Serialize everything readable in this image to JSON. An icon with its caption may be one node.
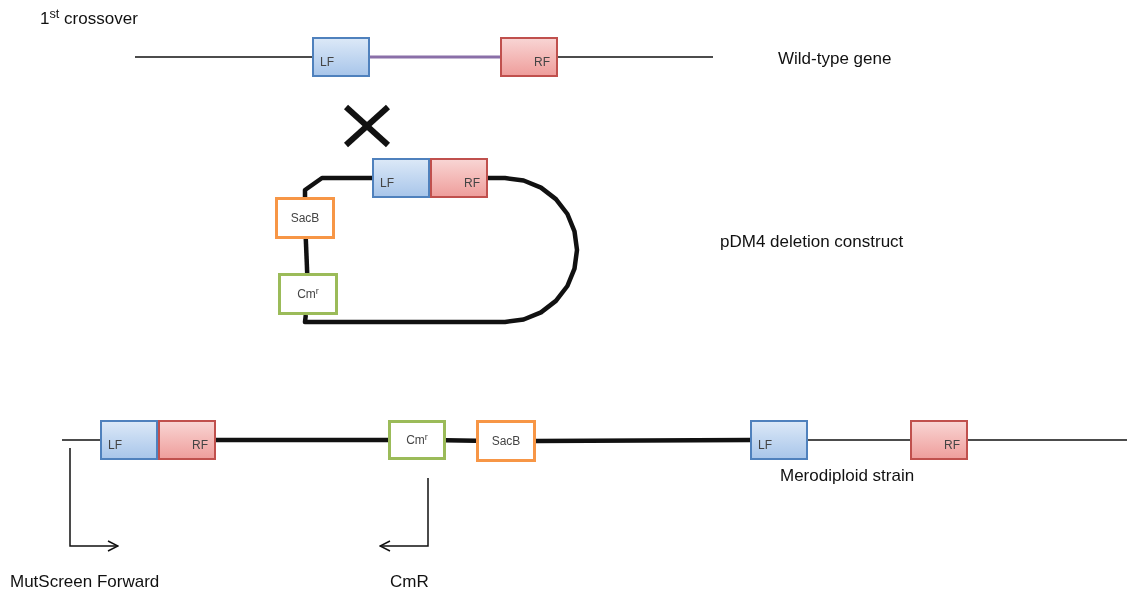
{
  "diagram": {
    "nodes": [
      {
        "text": [
          "LF"
        ]
      },
      {
        "text": [
          "RF"
        ]
      },
      {
        "text": [
          "LF"
        ]
      },
      {
        "text": [
          "RF"
        ]
      },
      {
        "text": [
          "SacB"
        ]
      },
      {
        "text": [
          "Cm$^{r}$"
        ]
      },
      {
        "text": [
          "LF"
        ]
      },
      {
        "text": [
          "RF"
        ]
      },
      {
        "text": [
          "Cm$^{r}$"
        ]
      },
      {
        "text": [
          "SacB"
        ]
      },
      {
        "text": [
          "LF"
        ]
      },
      {
        "text": [
          "RF"
        ]
      }
    ],
    "edges": [
      {
        "from": 0,
        "to": 1,
        "arrow": "none",
        "color": "#8a6fa8"
      },
      {
        "from": 2,
        "to": 4,
        "arrow": "none"
      },
      {
        "from": 4,
        "to": 5,
        "arrow": "none"
      },
      {
        "from": 5,
        "to": 3,
        "arrow": "none"
      },
      {
        "from": 7,
        "to": 8,
        "arrow": "none"
      },
      {
        "from": 8,
        "to": 9,
        "arrow": "none"
      },
      {
        "from": 9,
        "to": 10,
        "arrow": "none"
      },
      {
        "from": 10,
        "to": 11,
        "arrow": "none"
      }
    ],
    "labels": [
      "1$^{st}$ crossover",
      "Wild-type gene",
      "pDM4 deletion construct",
      "Merodiploid strain",
      "MutScreen Forward",
      "CmR"
    ]
  }
}
